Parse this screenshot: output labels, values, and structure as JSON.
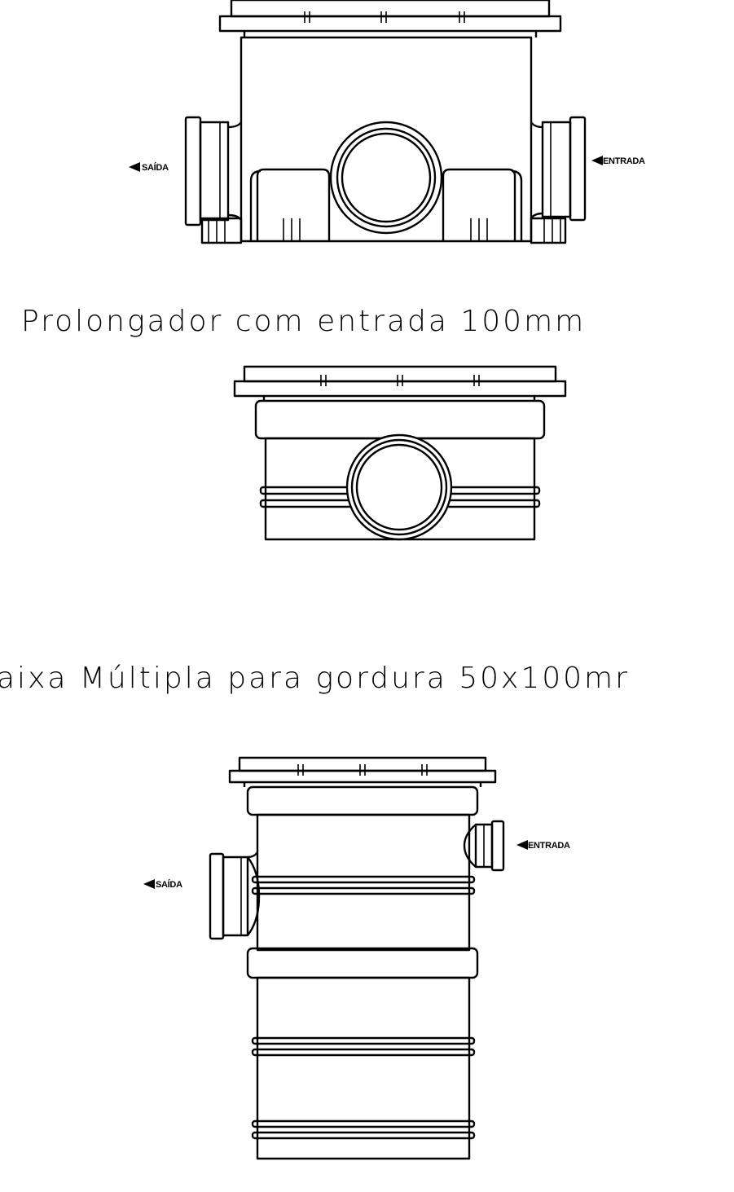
{
  "captions": {
    "top": "Prolongador com entrada 100mm",
    "middle": "aixa Múltipla para gordura 50x100mr"
  },
  "labels": {
    "outlet": "SAÍDA",
    "inlet": "ENTRADA"
  },
  "colors": {
    "line": "#000000",
    "background": "#ffffff"
  }
}
